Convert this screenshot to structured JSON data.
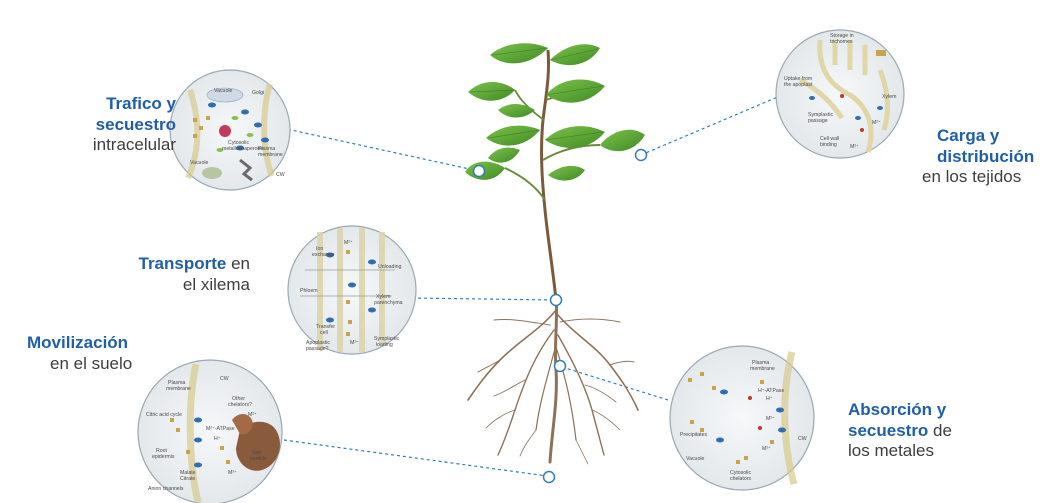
{
  "labels": {
    "trafico": {
      "bold_1": "Trafico y",
      "bold_2": "secuestro",
      "normal": "intracelular"
    },
    "transporte": {
      "bold": "Transporte",
      "normal_1": " en",
      "normal_2": "el xilema"
    },
    "movilizacion": {
      "bold": "Movilización",
      "normal": "en el suelo"
    },
    "carga": {
      "bold_1": "Carga y",
      "bold_2": "distribución",
      "normal": "en los tejidos"
    },
    "absorcion": {
      "bold_1": "Absorción y",
      "bold_2": "secuestro",
      "normal_1": " de",
      "normal_2": "los metales"
    }
  },
  "circle_annotations": {
    "trafico": [
      "Vacuole",
      "Golgi",
      "Cytosolic",
      "metallochaperone",
      "Plasma",
      "membrane",
      "Vacuole",
      "CW"
    ],
    "carga": [
      "Storage in",
      "trichomes",
      "Uptake from",
      "the apoplast",
      "Symplastic",
      "passage",
      "Xylem",
      "Cell wall",
      "binding",
      "M²⁺",
      "M²⁺"
    ],
    "transporte": [
      "Ion",
      "exchange",
      "M²⁺",
      "Unloading",
      "Phloem",
      "Xylem",
      "parenchyma",
      "Transfer",
      "cell",
      "Apoplastic",
      "passage?",
      "Symplastic",
      "loading",
      "M²⁺"
    ],
    "movilizacion": [
      "Plasma",
      "membrane",
      "CW",
      "Other",
      "chelators?",
      "Citric acid cycle",
      "M²⁺-ATPase",
      "Root",
      "epidermis",
      "Malate",
      "Citrate",
      "Anion channels",
      "Soil",
      "particle",
      "M²⁺",
      "M²⁺",
      "H⁺"
    ],
    "absorcion": [
      "Plasma",
      "membrane",
      "H⁺-ATPase",
      "H⁺",
      "Precipitates",
      "Vacuole",
      "Cytosolic",
      "chelators",
      "M²⁺",
      "M²⁺",
      "CW"
    ]
  },
  "colors": {
    "bold_blue": "#1f5fa8",
    "text_gray": "#3d3d3d",
    "leaf_green": "#4f9a2c",
    "root_brown": "#8c7358",
    "dash_blue": "#2f7fb5",
    "circle_fill": "#ecf0f2"
  }
}
